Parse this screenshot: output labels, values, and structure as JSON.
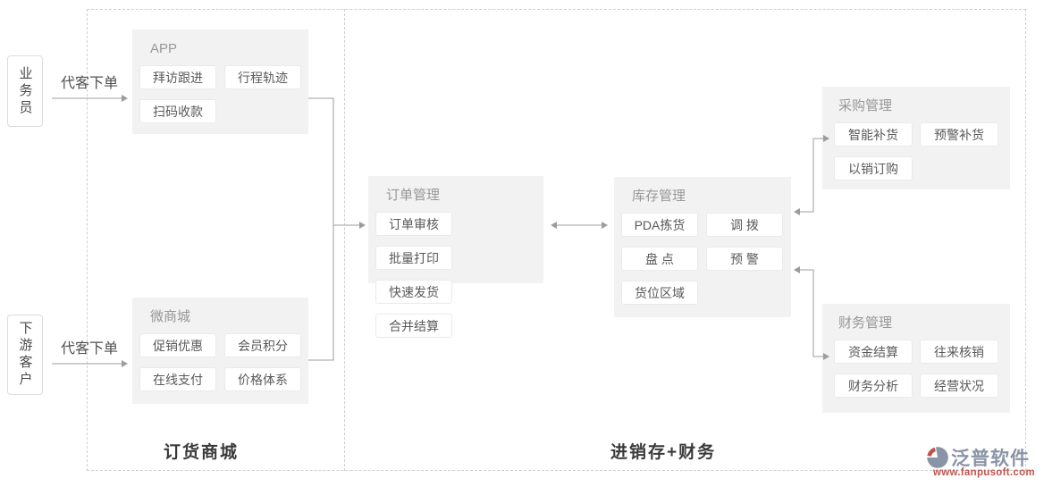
{
  "colors": {
    "panel_bg": "#f2f2f2",
    "chip_bg": "#ffffff",
    "chip_border": "#eaeaea",
    "chip_text": "#595959",
    "panel_title_text": "#979797",
    "dashed_border": "#cfcfcf",
    "connector": "#9c9c9c",
    "section_label_text": "#3a3a3a",
    "logo_slate": "#8a94a7",
    "logo_url_red": "#c0544c"
  },
  "actors": [
    {
      "label": "业务员",
      "action": "代客下单"
    },
    {
      "label": "下游客户",
      "action": "代客下单"
    }
  ],
  "panels": {
    "app": {
      "title": "APP",
      "buttons": [
        "拜访跟进",
        "行程轨迹",
        "扫码收款"
      ]
    },
    "mall": {
      "title": "微商城",
      "buttons": [
        "促销优惠",
        "会员积分",
        "在线支付",
        "价格体系"
      ]
    },
    "order": {
      "title": "订单管理",
      "buttons": [
        "订单审核",
        "批量打印",
        "快速发货",
        "合并结算"
      ]
    },
    "inventory": {
      "title": "库存管理",
      "buttons": [
        "PDA拣货",
        "调 拨",
        "盘 点",
        "预 警",
        "货位区域"
      ]
    },
    "purchase": {
      "title": "采购管理",
      "buttons": [
        "智能补货",
        "预警补货",
        "以销订购"
      ]
    },
    "finance": {
      "title": "财务管理",
      "buttons": [
        "资金结算",
        "往来核销",
        "财务分析",
        "经营状况"
      ]
    }
  },
  "sections": {
    "left_label": "订货商城",
    "right_label": "进销存+财务"
  },
  "logo": {
    "name": "泛普软件",
    "url": "www.fanpusoft.com"
  }
}
